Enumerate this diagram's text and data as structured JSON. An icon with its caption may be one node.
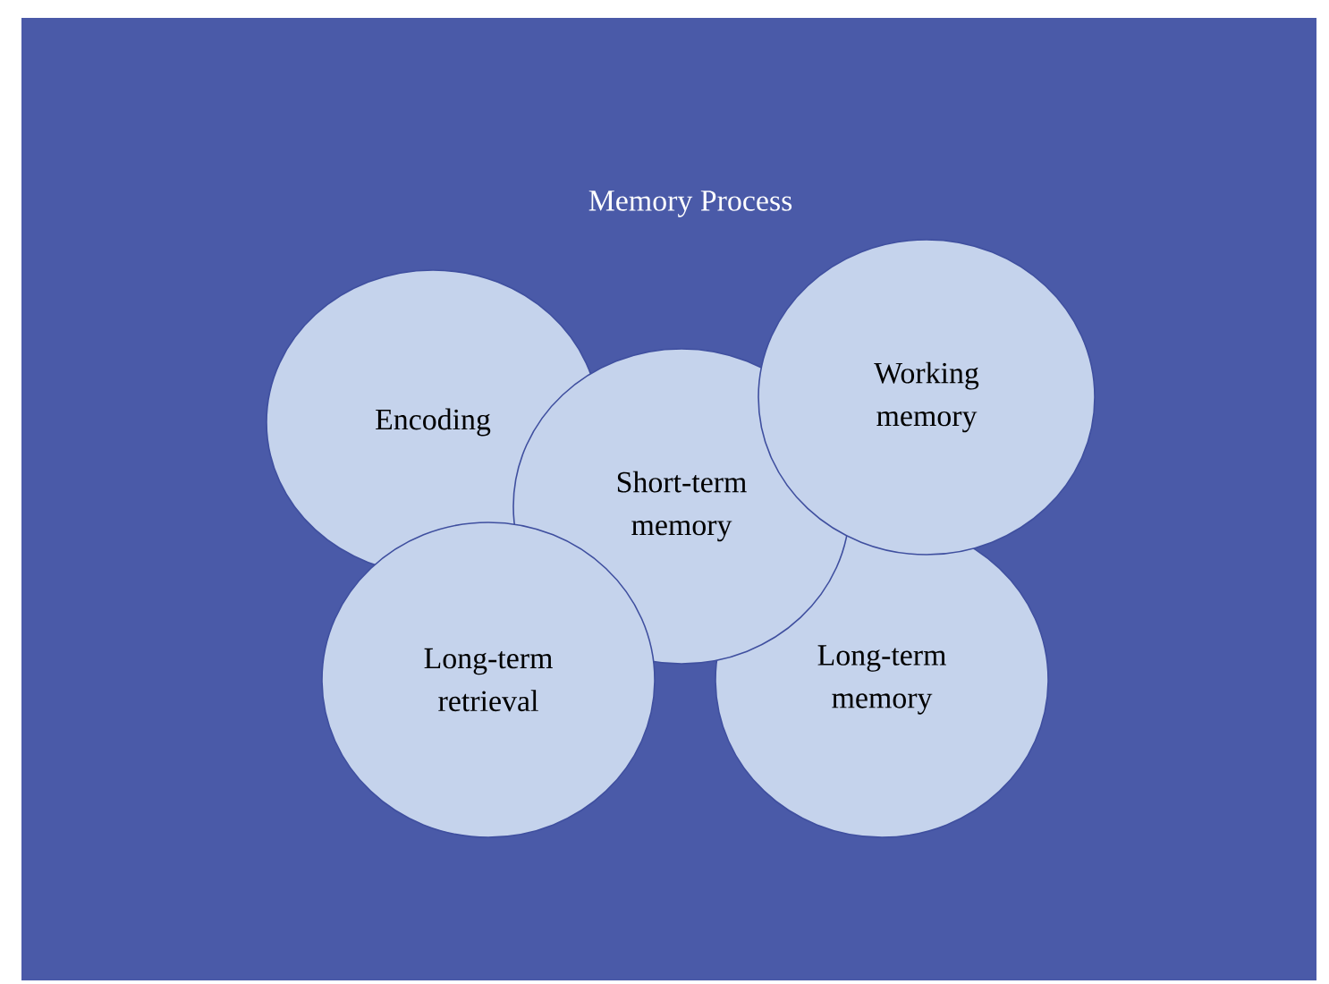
{
  "diagram": {
    "title": "Memory Process",
    "nodes": [
      {
        "text": [
          "Encoding"
        ]
      },
      {
        "text": [
          "Short-term memory"
        ]
      },
      {
        "text": [
          "Working memory"
        ]
      },
      {
        "text": [
          "Long-term retrieval"
        ]
      },
      {
        "text": [
          "Long-term memory"
        ]
      }
    ]
  }
}
